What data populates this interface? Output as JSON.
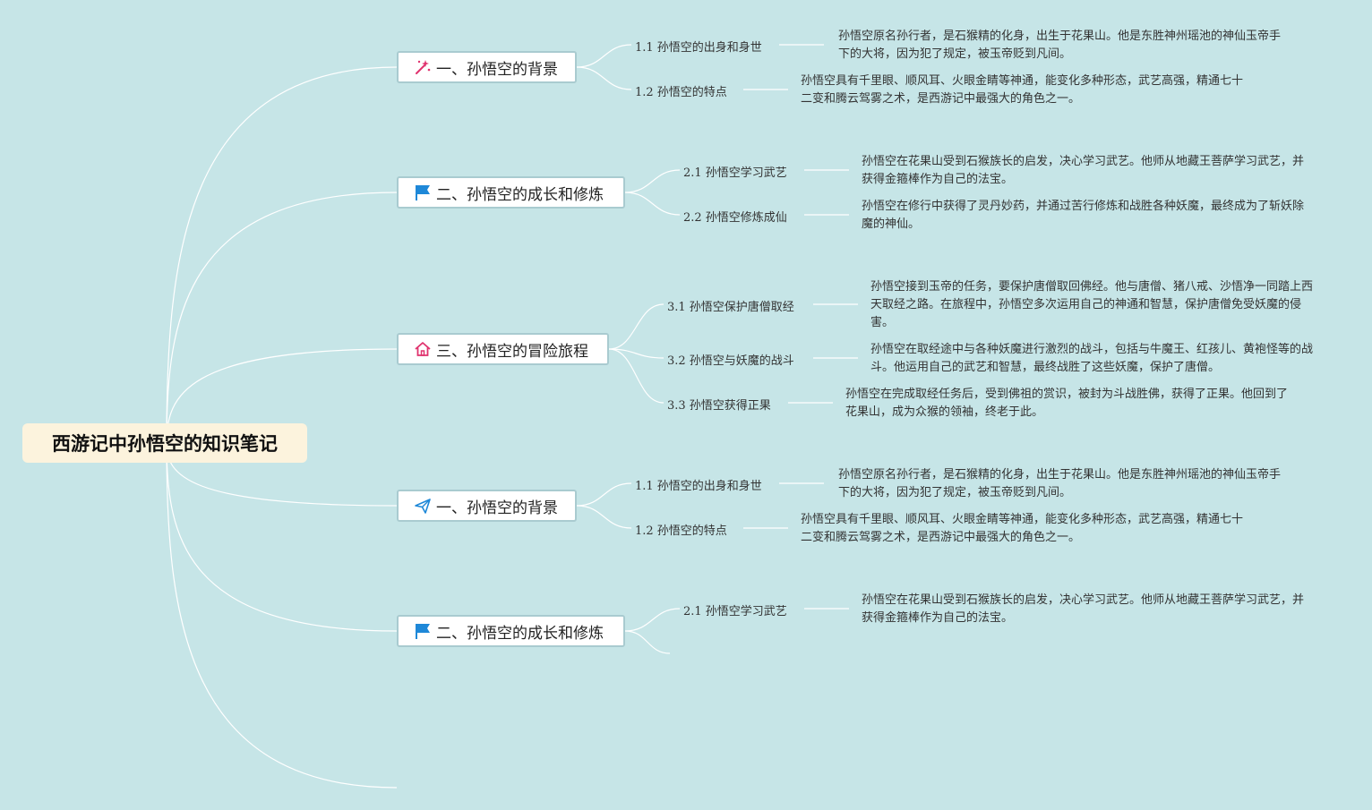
{
  "root": {
    "title": "西游记中孙悟空的知识笔记"
  },
  "branches": [
    {
      "label": "一、孙悟空的背景",
      "icon": "magic-wand-icon",
      "icon_color": "#e0336e",
      "topics": [
        {
          "label": "1.1 孙悟空的出身和身世",
          "note": "孙悟空原名孙行者，是石猴精的化身，出生于花果山。他是东胜神州瑶池的神仙玉帝手下的大将，因为犯了规定，被玉帝贬到凡间。"
        },
        {
          "label": "1.2 孙悟空的特点",
          "note": "孙悟空具有千里眼、顺风耳、火眼金睛等神通，能变化多种形态，武艺高强，精通七十二变和腾云驾雾之术，是西游记中最强大的角色之一。"
        }
      ]
    },
    {
      "label": "二、孙悟空的成长和修炼",
      "icon": "flag-icon",
      "icon_color": "#1e88d8",
      "topics": [
        {
          "label": "2.1 孙悟空学习武艺",
          "note": "孙悟空在花果山受到石猴族长的启发，决心学习武艺。他师从地藏王菩萨学习武艺，并获得金箍棒作为自己的法宝。"
        },
        {
          "label": "2.2 孙悟空修炼成仙",
          "note": "孙悟空在修行中获得了灵丹妙药，并通过苦行修炼和战胜各种妖魔，最终成为了斩妖除魔的神仙。"
        }
      ]
    },
    {
      "label": "三、孙悟空的冒险旅程",
      "icon": "home-icon",
      "icon_color": "#e0336e",
      "topics": [
        {
          "label": "3.1 孙悟空保护唐僧取经",
          "note": "孙悟空接到玉帝的任务，要保护唐僧取回佛经。他与唐僧、猪八戒、沙悟净一同踏上西天取经之路。在旅程中，孙悟空多次运用自己的神通和智慧，保护唐僧免受妖魔的侵害。"
        },
        {
          "label": "3.2 孙悟空与妖魔的战斗",
          "note": "孙悟空在取经途中与各种妖魔进行激烈的战斗，包括与牛魔王、红孩儿、黄袍怪等的战斗。他运用自己的武艺和智慧，最终战胜了这些妖魔，保护了唐僧。"
        },
        {
          "label": "3.3 孙悟空获得正果",
          "note": "孙悟空在完成取经任务后，受到佛祖的赏识，被封为斗战胜佛，获得了正果。他回到了花果山，成为众猴的领袖，终老于此。"
        }
      ]
    },
    {
      "label": "一、孙悟空的背景",
      "icon": "paper-plane-icon",
      "icon_color": "#1e88d8",
      "topics": [
        {
          "label": "1.1 孙悟空的出身和身世",
          "note": "孙悟空原名孙行者，是石猴精的化身，出生于花果山。他是东胜神州瑶池的神仙玉帝手下的大将，因为犯了规定，被玉帝贬到凡间。"
        },
        {
          "label": "1.2 孙悟空的特点",
          "note": "孙悟空具有千里眼、顺风耳、火眼金睛等神通，能变化多种形态，武艺高强，精通七十二变和腾云驾雾之术，是西游记中最强大的角色之一。"
        }
      ]
    },
    {
      "label": "二、孙悟空的成长和修炼",
      "icon": "flag-icon",
      "icon_color": "#1e88d8",
      "topics": [
        {
          "label": "2.1 孙悟空学习武艺",
          "note": "孙悟空在花果山受到石猴族长的启发，决心学习武艺。他师从地藏王菩萨学习武艺，并获得金箍棒作为自己的法宝。"
        }
      ]
    }
  ],
  "colors": {
    "background": "#c6e5e7",
    "root_fill": "#fcf3dd",
    "link": "#ffffff",
    "node_border": "#a9cbd0"
  }
}
